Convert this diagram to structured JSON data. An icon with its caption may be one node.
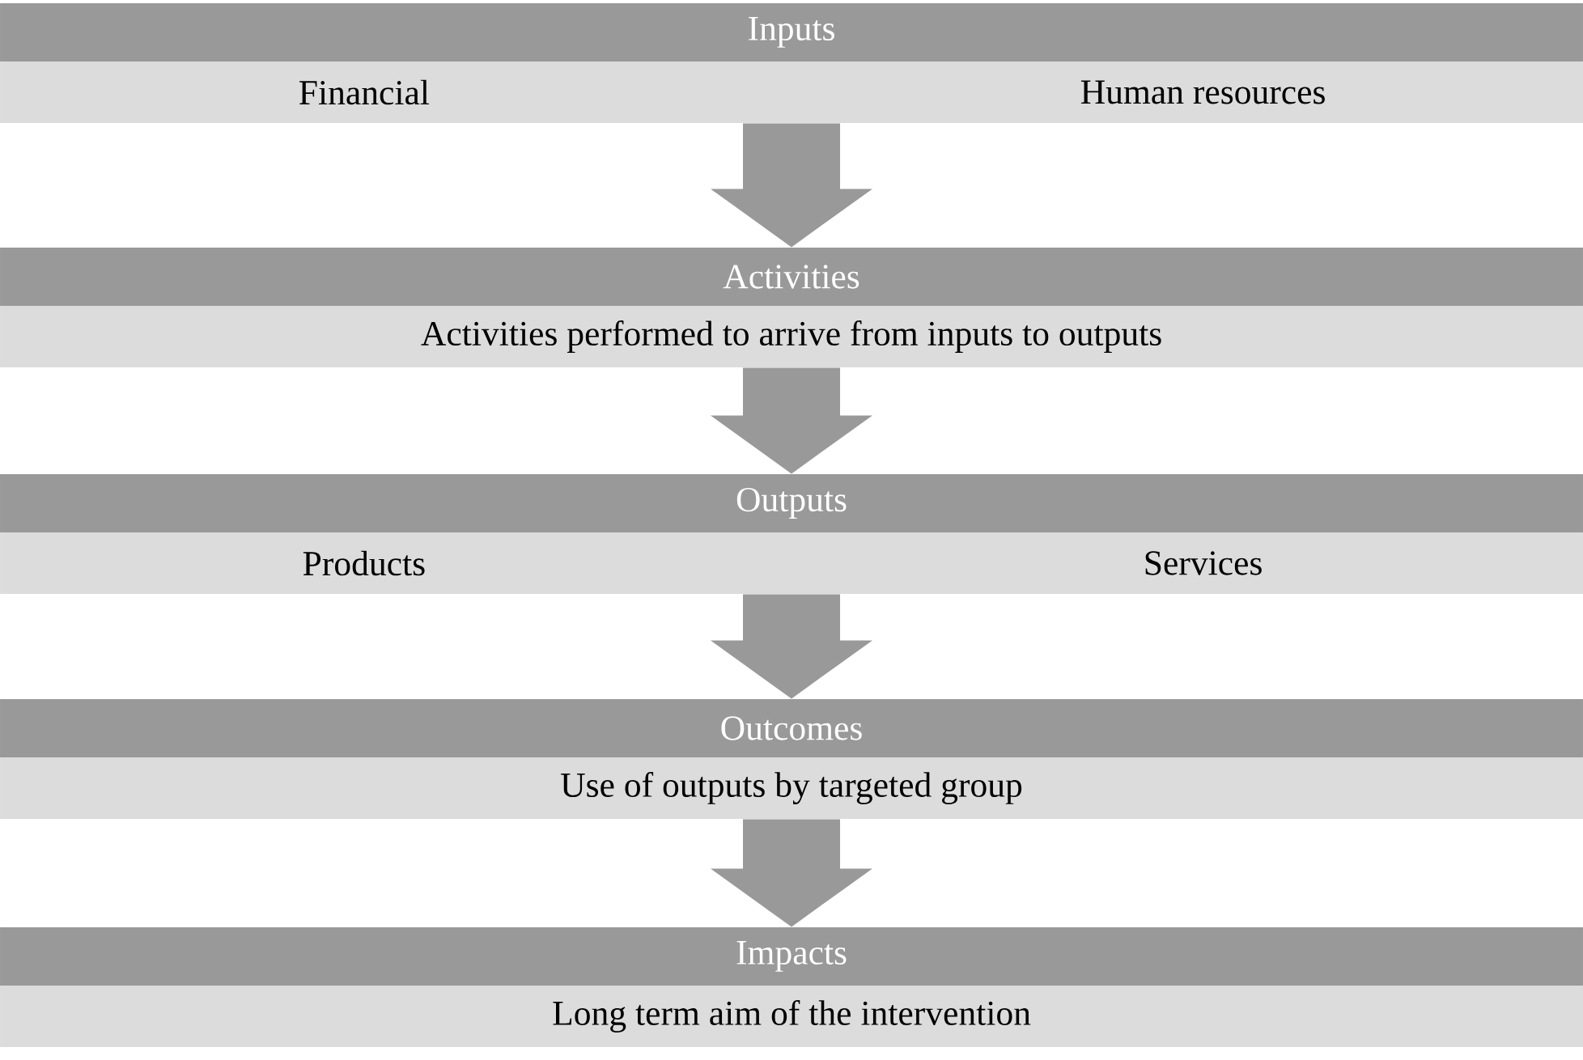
{
  "diagram": {
    "nodes": [
      {
        "text": [
          "Inputs"
        ]
      },
      {
        "text": [
          "Financial",
          "Human resources"
        ]
      },
      {
        "text": [
          "Activities"
        ]
      },
      {
        "text": [
          "Activities performed to arrive from inputs to outputs"
        ]
      },
      {
        "text": [
          "Outputs"
        ]
      },
      {
        "text": [
          "Products",
          "Services"
        ]
      },
      {
        "text": [
          "Outcomes"
        ]
      },
      {
        "text": [
          "Use of outputs by targeted group"
        ]
      },
      {
        "text": [
          "Impacts"
        ]
      },
      {
        "text": [
          "Long term aim of the intervention"
        ]
      }
    ],
    "edges": [
      {
        "from": 1,
        "to": 2,
        "arrow": "to"
      },
      {
        "from": 3,
        "to": 4,
        "arrow": "to"
      },
      {
        "from": 5,
        "to": 6,
        "arrow": "to"
      },
      {
        "from": 7,
        "to": 8,
        "arrow": "to"
      }
    ]
  }
}
